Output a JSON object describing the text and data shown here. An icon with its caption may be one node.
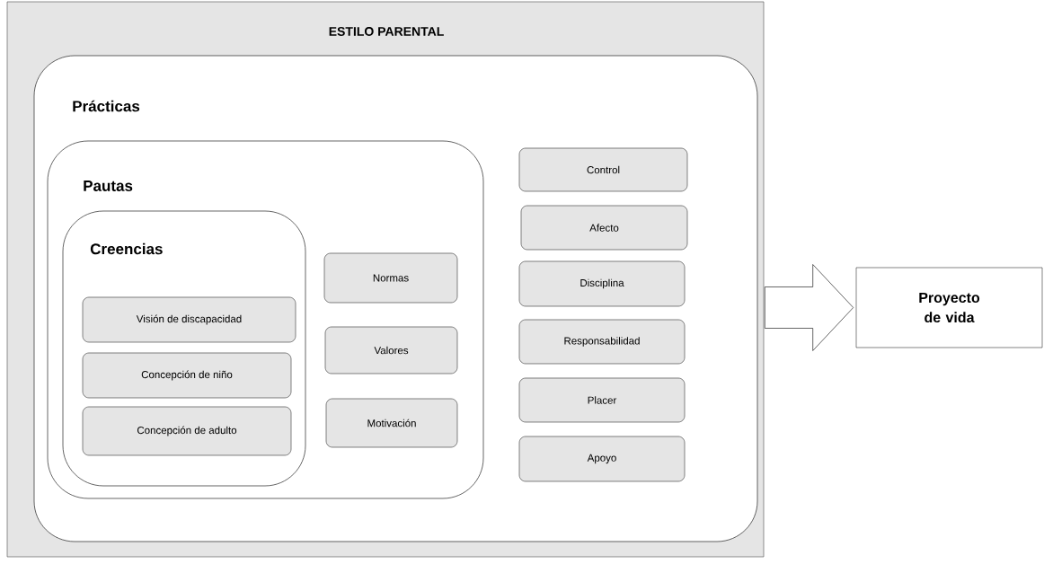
{
  "diagram": {
    "nodes": [
      {
        "text": [
          "ESTILO PARENTAL"
        ]
      },
      {
        "text": [
          "Prácticas"
        ],
        "in": 0
      },
      {
        "text": [
          "Pautas"
        ],
        "in": 1
      },
      {
        "text": [
          "Creencias"
        ],
        "in": 2
      },
      {
        "text": [
          "Visión de discapacidad"
        ],
        "in": 3
      },
      {
        "text": [
          "Concepción de niño"
        ],
        "in": 3
      },
      {
        "text": [
          "Concepción de adulto"
        ],
        "in": 3
      },
      {
        "text": [
          "Normas"
        ],
        "in": 2
      },
      {
        "text": [
          "Valores"
        ],
        "in": 2
      },
      {
        "text": [
          "Motivación"
        ],
        "in": 2
      },
      {
        "text": [
          "Control"
        ],
        "in": 1
      },
      {
        "text": [
          "Afecto"
        ],
        "in": 1
      },
      {
        "text": [
          "Disciplina"
        ],
        "in": 1
      },
      {
        "text": [
          "Responsabilidad"
        ],
        "in": 1
      },
      {
        "text": [
          "Placer"
        ],
        "in": 1
      },
      {
        "text": [
          "Apoyo"
        ],
        "in": 1
      },
      {
        "text": [
          "Proyecto de vida"
        ]
      }
    ],
    "edges": [
      {
        "from": 0,
        "to": 16,
        "arrow": "to"
      }
    ]
  }
}
